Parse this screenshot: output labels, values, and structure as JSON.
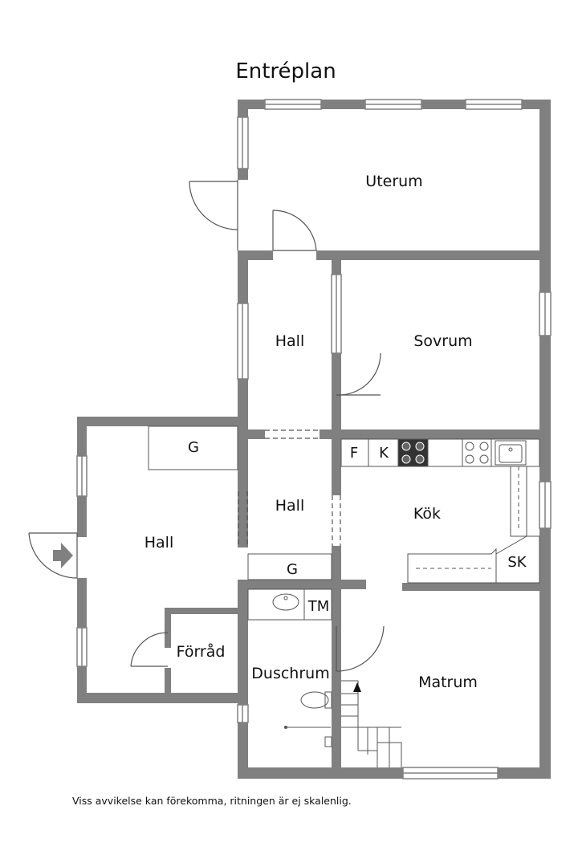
{
  "plan": {
    "title": "Entréplan",
    "footnote": "Viss avvikelse kan förekomma, ritningen är ej skalenlig.",
    "rooms": {
      "uterum": "Uterum",
      "hall_top": "Hall",
      "sovrum": "Sovrum",
      "garderob_left": "G",
      "hall_mid": "Hall",
      "kok": "Kök",
      "fridge": "F",
      "freezer": "K",
      "hall_left": "Hall",
      "garderob_mid": "G",
      "skafferi": "SK",
      "tvattmaskin": "TM",
      "forrad": "Förråd",
      "duschrum": "Duschrum",
      "matrum": "Matrum"
    }
  },
  "colors": {
    "wall": "#808080",
    "line": "#555555",
    "background": "#ffffff"
  }
}
